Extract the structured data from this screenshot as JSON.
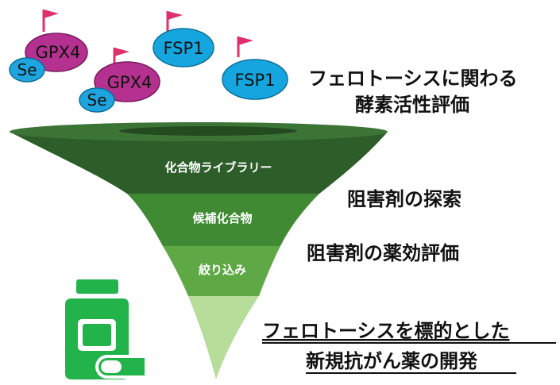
{
  "enzymes": {
    "gpx4_a": "GPX4",
    "gpx4_b": "GPX4",
    "fsp1_a": "FSP1",
    "fsp1_b": "FSP1",
    "se_a": "Se",
    "se_b": "Se"
  },
  "funnel": {
    "stage1": "化合物ライブラリー",
    "stage2": "候補化合物",
    "stage3": "絞り込み"
  },
  "side_labels": {
    "eval_line1": "フェロトーシスに関わる",
    "eval_line2": "酵素活性評価",
    "search": "阻害剤の探索",
    "efficacy": "阻害剤の薬効評価",
    "goal_line1": "フェロトーシスを標的とした",
    "goal_line2": "新規抗がん薬の開発"
  },
  "colors": {
    "gpx4": "#b5318f",
    "fsp1": "#15a6e0",
    "se": "#1fa5de",
    "flag": "#e0306a",
    "funnel_top": "#2d5e2a",
    "funnel_mid": "#3f8a33",
    "funnel_low": "#5ea845",
    "funnel_tip": "#b7dd9a",
    "drug": "#22b34a"
  }
}
